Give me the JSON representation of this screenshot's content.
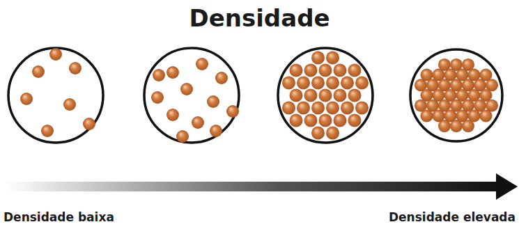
{
  "diagram": {
    "title": "Densidade",
    "labels": [
      "Densidade baixa",
      "Densidade elevada"
    ]
  }
}
